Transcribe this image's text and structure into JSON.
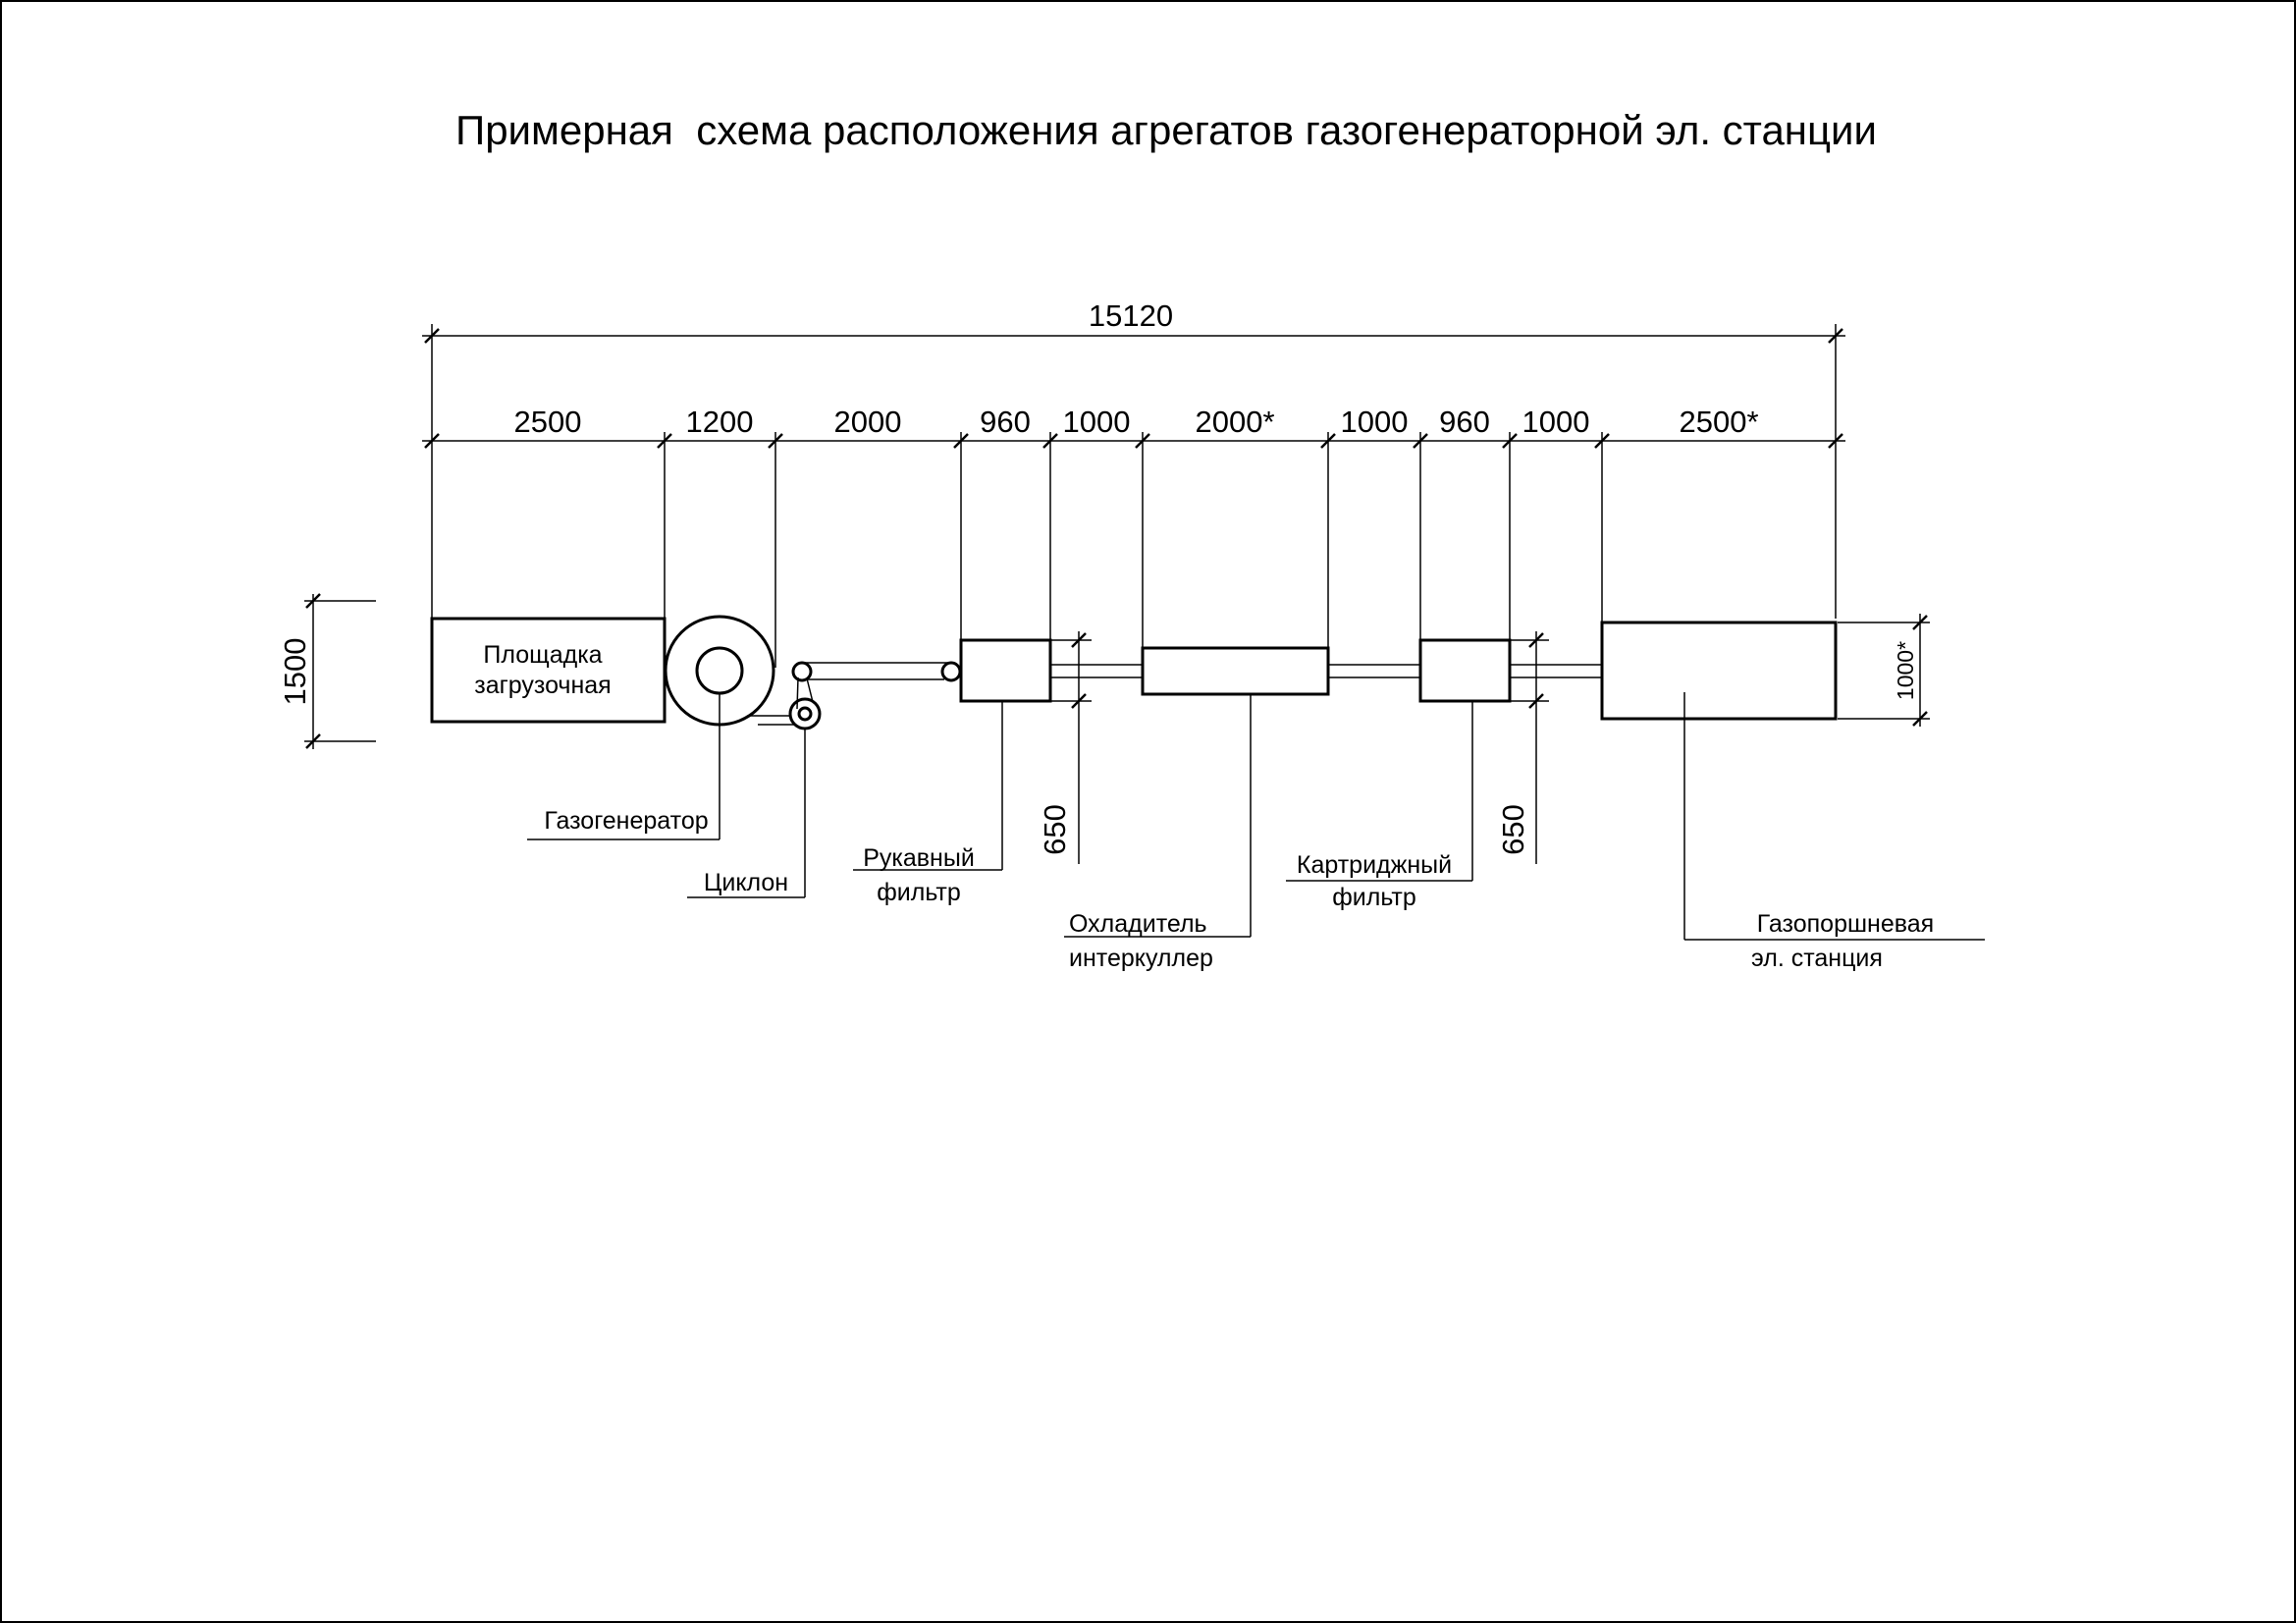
{
  "title": "Примерная  схема расположения агрегатов газогенераторной эл. станции",
  "dimensions": {
    "total": "15120",
    "segments": [
      "2500",
      "1200",
      "2000",
      "960",
      "1000",
      "2000*",
      "1000",
      "960",
      "1000",
      "2500*"
    ],
    "height_left": "1500",
    "height_right": "1000*",
    "gap_1": "650",
    "gap_2": "650"
  },
  "boxes": {
    "platform_line1": "Площадка",
    "platform_line2": "загрузочная"
  },
  "labels": {
    "gasifier": "Газогенератор",
    "cyclone": "Циклон",
    "bag_filter_1": "Рукавный",
    "bag_filter_2": "фильтр",
    "cooler_1": "Охладитель",
    "cooler_2": "интеркуллер",
    "cartridge_1": "Картриджный",
    "cartridge_2": "фильтр",
    "station_1": "Газопоршневая",
    "station_2": "эл. станция"
  }
}
